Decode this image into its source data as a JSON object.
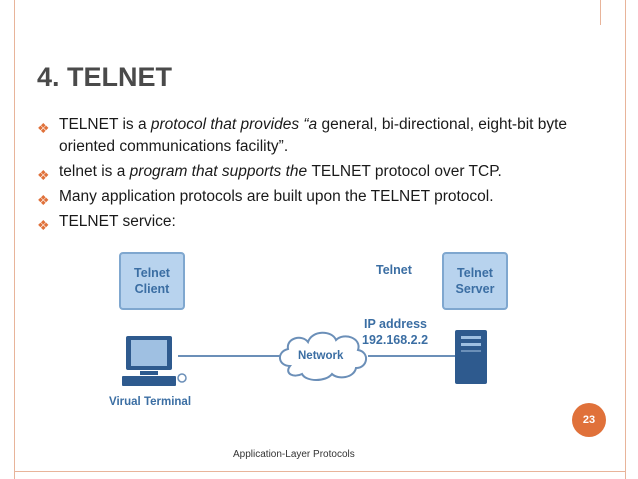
{
  "title": "4. TELNET",
  "bullets": [
    {
      "parts": [
        {
          "t": "TELNET is a ",
          "i": false
        },
        {
          "t": "protocol that provides “a",
          "i": true
        },
        {
          "t": " general, bi-directional, eight-bit byte oriented communications facility”.",
          "i": false
        }
      ]
    },
    {
      "parts": [
        {
          "t": "telnet is a ",
          "i": false
        },
        {
          "t": "program that supports the ",
          "i": true
        },
        {
          "t": "TELNET protocol over TCP.",
          "i": false
        }
      ]
    },
    {
      "parts": [
        {
          "t": "Many application protocols are built upon the TELNET protocol.",
          "i": false
        }
      ]
    },
    {
      "parts": [
        {
          "t": "TELNET service:",
          "i": false
        }
      ]
    }
  ],
  "diagram": {
    "client_box": [
      "Telnet",
      "Client"
    ],
    "server_box": [
      "Telnet",
      "Server"
    ],
    "telnet_label": "Telnet",
    "ip_label": "IP address",
    "ip_value": "192.168.2.2",
    "network_label": "Network",
    "terminal_label": "Virual Terminal"
  },
  "colors": {
    "accent": "#e0713a",
    "diagram_blue": "#3b6ea3",
    "border": "#e8b49a"
  },
  "page_number": "23",
  "footer": "Application-Layer Protocols"
}
